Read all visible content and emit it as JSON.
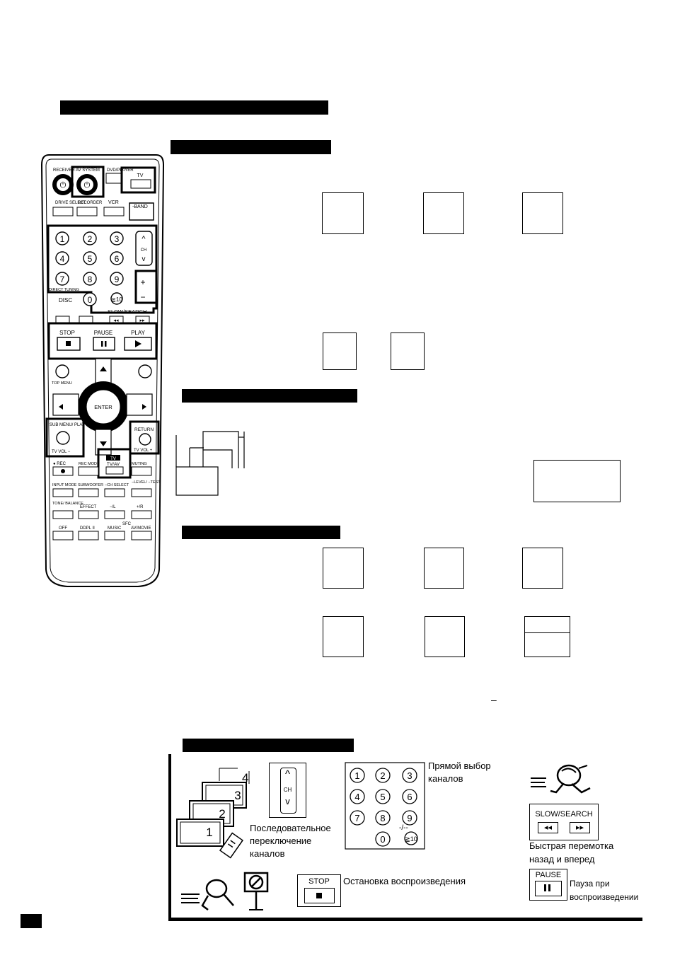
{
  "remote": {
    "top_labels": [
      "RECEIVER",
      "AV SYSTEM",
      "DVD/PLAYER",
      "TV"
    ],
    "row2_labels": [
      "DRIVE SELECT",
      "RECORDER",
      "VCR",
      "-BAND"
    ],
    "digits": [
      "1",
      "2",
      "3",
      "4",
      "5",
      "6",
      "7",
      "8",
      "9",
      "0"
    ],
    "ten_label": "≧10",
    "ch_label": "CH",
    "direct_tuning": "DIRECT TUNING",
    "disc_label": "DISC",
    "slow_search": "SLOW/SEARCH",
    "transport": [
      "STOP",
      "PAUSE",
      "PLAY"
    ],
    "top_menu": "TOP MENU",
    "enter": "ENTER",
    "sub_menu": "SUB MENU/ PLAY LIST",
    "tv_vol_minus": "TV VOL −",
    "return": "RETURN",
    "tv_vol_plus": "TV VOL +",
    "tv_av_top": "TV",
    "tv_av": "TV/AV",
    "rec": "● REC",
    "rec_mode": "REC MODE",
    "mute": "MUTING",
    "input_mode": "INPUT MODE",
    "subwoofer": "SUBWOOFER",
    "ch_select": "−CH SELECT",
    "level_test": "−LEVEL/ −TEST",
    "tone_balance": "TONE/ BALANCE",
    "effect": "EFFECT",
    "minus_l": "−/L",
    "plus_r": "+/R",
    "sfc": "SFC",
    "bottom_row": [
      "OFF",
      "DDPL II",
      "MUSIC",
      "AV/MOVIE"
    ]
  },
  "channels": {
    "numbers": [
      "1",
      "2",
      "3",
      "4"
    ],
    "ch_label": "CH",
    "sequential": [
      "Последовательное",
      "переключение",
      "каналов"
    ],
    "direct": [
      "Прямой выбор",
      "каналов"
    ],
    "digits": [
      "1",
      "2",
      "3",
      "4",
      "5",
      "6",
      "7",
      "8",
      "9",
      "0"
    ],
    "ten_label": "≧10",
    "slow_search": "SLOW/SEARCH",
    "fast": [
      "Быстрая перемотка",
      "назад и вперед"
    ],
    "stop_label": "STOP",
    "stop_caption": "Остановка воспроизведения",
    "pause_label": "PAUSE",
    "pause_caption": [
      "Пауза при",
      "воспроизведении"
    ]
  },
  "misc": {
    "minus_mark": "–"
  }
}
